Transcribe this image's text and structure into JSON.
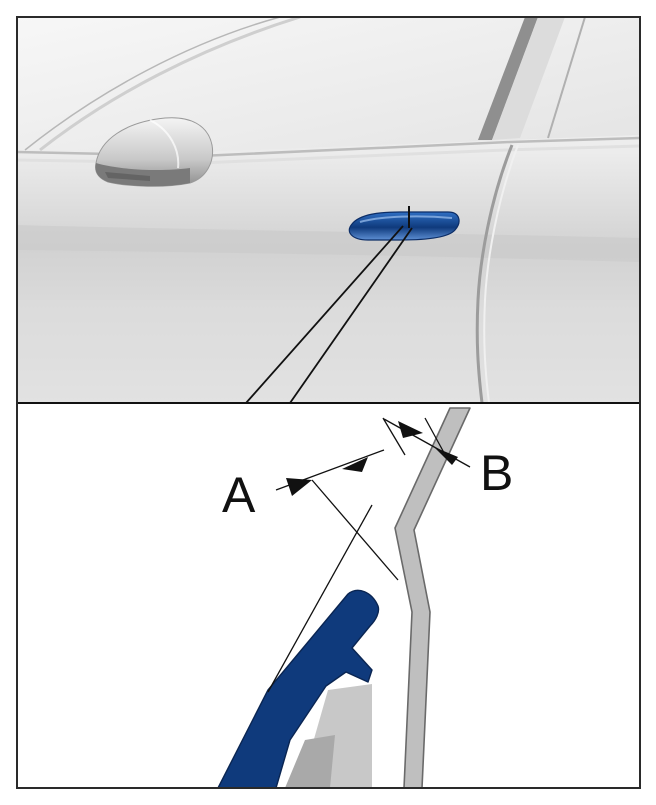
{
  "figure": {
    "labels": {
      "a": "A",
      "b": "B"
    },
    "colors": {
      "handle_blue": "#0f3a7c",
      "body_white": "#f3f3f3",
      "body_grey": "#bfbfbf",
      "panel_grey": "#c8c8c8",
      "line": "#111111",
      "frame": "#2a2a2a"
    },
    "icons": {
      "mirror": "side-mirror",
      "handle": "door-handle",
      "arrow": "dimension-arrow"
    }
  }
}
